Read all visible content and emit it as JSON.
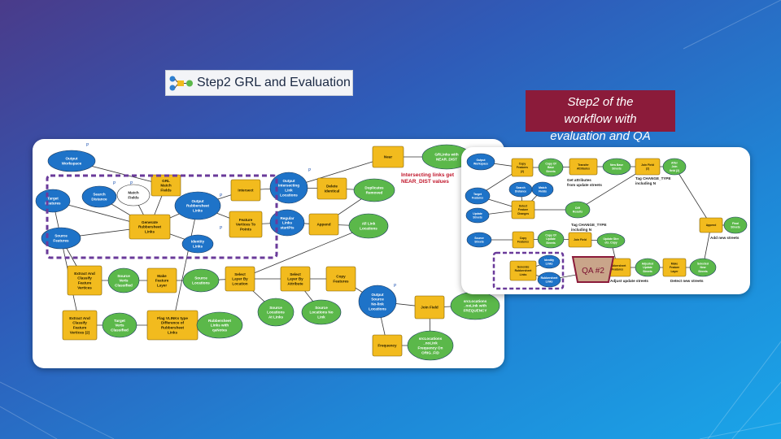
{
  "title_bar": {
    "label": "Step2 GRL and Evaluation",
    "icon": "model-icon"
  },
  "callout": {
    "lines": [
      "Step2 of the",
      "workflow with",
      "evaluation and QA"
    ]
  },
  "qa_label": "QA #2",
  "colors": {
    "variable": "#1e73c8",
    "tool": "#f2bb1e",
    "output": "#5bb84a",
    "callout": "#8b1b3a",
    "highlight": "#6a3a9a"
  },
  "left_nodes": [
    {
      "id": "output-workspace",
      "kind": "variable",
      "text": [
        "Output",
        "Workspace"
      ]
    },
    {
      "id": "target-features",
      "kind": "variable",
      "text": [
        "Target",
        "Features"
      ]
    },
    {
      "id": "source-features",
      "kind": "variable",
      "text": [
        "Source",
        "Features"
      ]
    },
    {
      "id": "search-distance",
      "kind": "variable",
      "text": [
        "Search",
        "Distance"
      ]
    },
    {
      "id": "match-fields",
      "kind": "param",
      "text": [
        "Match",
        "Fields"
      ]
    },
    {
      "id": "grl-match-fields",
      "kind": "tool",
      "text": [
        "GRL",
        "Match",
        "Fields"
      ]
    },
    {
      "id": "generate-rubbersheet",
      "kind": "tool",
      "text": [
        "Generate",
        "Rubbersheet",
        "Links"
      ]
    },
    {
      "id": "output-rubbersheet",
      "kind": "variable",
      "text": [
        "Output",
        "Rubbersheet",
        "Links"
      ]
    },
    {
      "id": "identity-links",
      "kind": "variable",
      "text": [
        "Identity",
        "Links"
      ]
    },
    {
      "id": "intersect",
      "kind": "tool",
      "text": [
        "Intersect"
      ]
    },
    {
      "id": "feature-vertices",
      "kind": "tool",
      "text": [
        "Feature",
        "Vertices To",
        "Points"
      ]
    },
    {
      "id": "output-intersecting",
      "kind": "variable",
      "text": [
        "Output",
        "Intersecting",
        "Link",
        "Locations"
      ]
    },
    {
      "id": "regular-links",
      "kind": "variable",
      "text": [
        "Regular",
        "Links",
        "startPts"
      ]
    },
    {
      "id": "near",
      "kind": "tool",
      "text": [
        "Near"
      ]
    },
    {
      "id": "grlinks-near",
      "kind": "output",
      "text": [
        "GRLinks with",
        "NEAR_DIST"
      ]
    },
    {
      "id": "delete-identical",
      "kind": "tool",
      "text": [
        "Delete",
        "Identical"
      ]
    },
    {
      "id": "duplicates-removed",
      "kind": "output",
      "text": [
        "Duplicates",
        "Removed"
      ]
    },
    {
      "id": "append",
      "kind": "tool",
      "text": [
        "Append"
      ]
    },
    {
      "id": "all-link-locations",
      "kind": "output",
      "text": [
        "All Link",
        "Locations"
      ]
    },
    {
      "id": "extract-classify",
      "kind": "tool",
      "text": [
        "Extract And",
        "Classify",
        "Feature",
        "Vertices"
      ]
    },
    {
      "id": "source-verts",
      "kind": "output",
      "text": [
        "Source",
        "Verts",
        "Classified"
      ]
    },
    {
      "id": "make-feature-layer",
      "kind": "tool",
      "text": [
        "Make",
        "Feature",
        "Layer"
      ]
    },
    {
      "id": "source-locations",
      "kind": "output",
      "text": [
        "Source",
        "Locations"
      ]
    },
    {
      "id": "select-layer-location",
      "kind": "tool",
      "text": [
        "Select",
        "Layer By",
        "Location"
      ]
    },
    {
      "id": "select-layer-attribute",
      "kind": "tool",
      "text": [
        "Select",
        "Layer By",
        "Attribute"
      ]
    },
    {
      "id": "copy-features",
      "kind": "tool",
      "text": [
        "Copy",
        "Features"
      ]
    },
    {
      "id": "extract-classify-2",
      "kind": "tool",
      "text": [
        "Extract And",
        "Classify",
        "Feature",
        "Vertices (2)"
      ]
    },
    {
      "id": "target-verts",
      "kind": "output",
      "text": [
        "Target",
        "Verts",
        "Classified"
      ]
    },
    {
      "id": "flag-vlinks",
      "kind": "tool",
      "text": [
        "Flag VLINKs type",
        "Difference of",
        "Rubbersheet",
        "Links"
      ]
    },
    {
      "id": "rubbersheet-qanotes",
      "kind": "output",
      "text": [
        "Rubbersheet",
        "Links with",
        "qaNotes"
      ]
    },
    {
      "id": "source-locations-at-links",
      "kind": "output",
      "text": [
        "Source",
        "Locations",
        "At Links"
      ]
    },
    {
      "id": "source-locations-no-link",
      "kind": "output",
      "text": [
        "Source",
        "Locations No",
        "Link"
      ]
    },
    {
      "id": "output-source-nolink",
      "kind": "variable",
      "text": [
        "Output",
        "Source",
        "No-link",
        "Locations"
      ]
    },
    {
      "id": "join-field",
      "kind": "tool",
      "text": [
        "Join Field"
      ]
    },
    {
      "id": "srclocations-frequency",
      "kind": "output",
      "text": [
        "srcLocations",
        "_noLink with",
        "FREQUENCY"
      ]
    },
    {
      "id": "frequency",
      "kind": "tool",
      "text": [
        "Frequency"
      ]
    },
    {
      "id": "srclocations-orig",
      "kind": "output",
      "text": [
        "srcLocations",
        "_noLink",
        "Frequency On",
        "ORIG_FID"
      ]
    }
  ],
  "left_annotation": [
    "Intersecting links get",
    "NEAR_DIST values"
  ],
  "right_nodes": [
    {
      "id": "r-output-workspace",
      "kind": "variable",
      "text": [
        "Output",
        "Workspace"
      ]
    },
    {
      "id": "r-target-features",
      "kind": "variable",
      "text": [
        "Target",
        "Features"
      ]
    },
    {
      "id": "r-update-streets",
      "kind": "variable",
      "text": [
        "Update",
        "Streets"
      ]
    },
    {
      "id": "r-source-streets",
      "kind": "variable",
      "text": [
        "Source",
        "Streets"
      ]
    },
    {
      "id": "r-copy-features",
      "kind": "tool",
      "text": [
        "Copy",
        "Features",
        "(2)"
      ]
    },
    {
      "id": "r-search-distance",
      "kind": "variable",
      "text": [
        "Search",
        "Distance"
      ]
    },
    {
      "id": "r-match-fields",
      "kind": "variable",
      "text": [
        "Match",
        "Fields"
      ]
    },
    {
      "id": "r-copy-of-base",
      "kind": "output",
      "text": [
        "Copy Of",
        "Base",
        "Streets"
      ]
    },
    {
      "id": "r-transfer-attributes",
      "kind": "tool",
      "text": [
        "Transfer",
        "Attributes"
      ]
    },
    {
      "id": "r-detect-changes",
      "kind": "tool",
      "text": [
        "Detect",
        "Feature",
        "Changes"
      ]
    },
    {
      "id": "r-copy-features-b",
      "kind": "tool",
      "text": [
        "Copy",
        "Features"
      ]
    },
    {
      "id": "r-new-base",
      "kind": "output",
      "text": [
        "New Base",
        "Streets"
      ]
    },
    {
      "id": "r-join-field",
      "kind": "tool",
      "text": [
        "Join Field",
        "(2)"
      ]
    },
    {
      "id": "r-feat-streets",
      "kind": "output",
      "text": [
        "After",
        "Join",
        "field (2)"
      ]
    },
    {
      "id": "r-diff-results",
      "kind": "output",
      "text": [
        "Diff",
        "Results"
      ]
    },
    {
      "id": "r-copy-of-update",
      "kind": "output",
      "text": [
        "Copy Of",
        "Update",
        "Streets"
      ]
    },
    {
      "id": "r-join-field-b",
      "kind": "tool",
      "text": [
        "Join Field"
      ]
    },
    {
      "id": "r-update-streets-copy",
      "kind": "output",
      "text": [
        "Update Stre",
        "ets_Copy"
      ]
    },
    {
      "id": "r-append",
      "kind": "tool",
      "text": [
        "Append"
      ]
    },
    {
      "id": "r-final-streets",
      "kind": "output",
      "text": [
        "Final",
        "Streets"
      ]
    },
    {
      "id": "r-generate-rubbersheet",
      "kind": "tool",
      "text": [
        "Generate",
        "Rubbersheet",
        "Links"
      ]
    },
    {
      "id": "r-identity-links",
      "kind": "variable",
      "text": [
        "Identity",
        "Links"
      ]
    },
    {
      "id": "r-rubbersheet-links",
      "kind": "variable",
      "text": [
        "Rubbersheet",
        "Links"
      ]
    },
    {
      "id": "r-rubbersheet-features",
      "kind": "tool",
      "text": [
        "Rubbersheet",
        "Features"
      ]
    },
    {
      "id": "r-adjusted-streets",
      "kind": "output",
      "text": [
        "Adjusted",
        "Update",
        "Streets"
      ]
    },
    {
      "id": "r-make-feature-layer",
      "kind": "tool",
      "text": [
        "Make",
        "Feature",
        "Layer"
      ]
    },
    {
      "id": "r-selected-new-streets",
      "kind": "output",
      "text": [
        "Selected",
        "New",
        "Streets"
      ]
    }
  ],
  "right_annotations": {
    "transfer": [
      "Get attributes",
      "from update streets"
    ],
    "tag_change_a": [
      "Tag CHANGE_TYPE",
      "including N"
    ],
    "tag_change_b": [
      "Tag CHANGE_TYPE",
      "including N"
    ],
    "adjust": "Adjust update streets",
    "add_new": "Add new streets",
    "detect_new": "Detect new streets"
  }
}
